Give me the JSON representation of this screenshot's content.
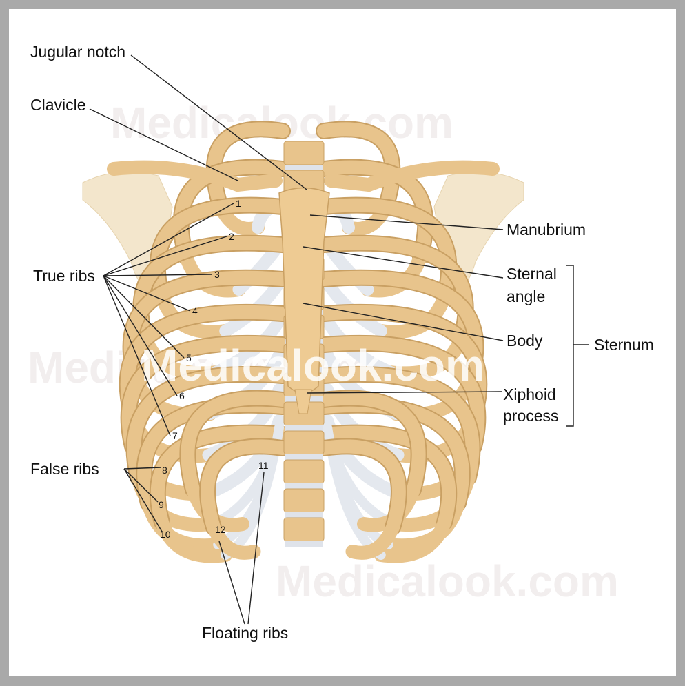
{
  "colors": {
    "bone": "#e8c48c",
    "bone_dark": "#c9a063",
    "cartilage": "#e4e8ee",
    "scapula": "#f3e6cc",
    "frame": "#a9a9a9"
  },
  "labels": {
    "jugular_notch": "Jugular notch",
    "clavicle": "Clavicle",
    "true_ribs": "True ribs",
    "false_ribs": "False ribs",
    "floating_ribs": "Floating ribs",
    "manubrium": "Manubrium",
    "sternal_angle_1": "Sternal",
    "sternal_angle_2": "angle",
    "body": "Body",
    "xiphoid_1": "Xiphoid",
    "xiphoid_2": "process",
    "sternum": "Sternum"
  },
  "rib_numbers": [
    "1",
    "2",
    "3",
    "4",
    "5",
    "6",
    "7",
    "8",
    "9",
    "10",
    "11",
    "12"
  ],
  "watermark": "Medicalook.com"
}
